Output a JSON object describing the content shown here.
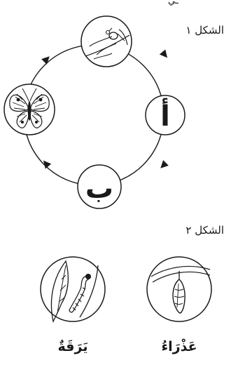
{
  "header": {
    "top_fragment": "ـي"
  },
  "figure1": {
    "label": "الشكل ١",
    "stage_a_letter": "أ",
    "stage_b_letter": "ب",
    "icons": [
      "egg-on-leaf-icon",
      "butterfly-icon"
    ]
  },
  "figure2": {
    "label": "الشكل ٢",
    "items": [
      {
        "caption": "عَذْرَاءُ",
        "icon": "pupa-chrysalis-icon"
      },
      {
        "caption": "يَرَقَةٌ",
        "icon": "caterpillar-on-leaf-icon"
      }
    ]
  },
  "colors": {
    "ink": "#1a1a1a",
    "background": "#ffffff"
  }
}
